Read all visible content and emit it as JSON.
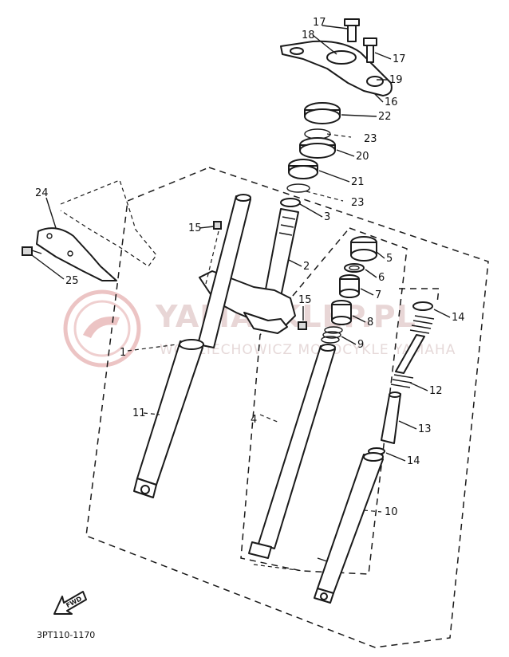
{
  "watermark": {
    "brand": "YAMASKLEP.PL",
    "subtitle": "WODZIECHOWICZ MOTOCYKLE YAMAHA",
    "color": "#e3b5b5"
  },
  "diagram_code": "3PT110-1170",
  "fwd_label": "FWD",
  "callouts": {
    "c1": "1",
    "c2": "2",
    "c3": "3",
    "c4": "4",
    "c5": "5",
    "c6": "6",
    "c7": "7",
    "c8": "8",
    "c9": "9",
    "c10": "10",
    "c11": "11",
    "c12": "12",
    "c13": "13",
    "c14a": "14",
    "c14b": "14",
    "c15a": "15",
    "c15b": "15",
    "c16": "16",
    "c17a": "17",
    "c17b": "17",
    "c18": "18",
    "c19": "19",
    "c20": "20",
    "c21": "21",
    "c22": "22",
    "c23a": "23",
    "c23b": "23",
    "c24": "24",
    "c25": "25"
  }
}
